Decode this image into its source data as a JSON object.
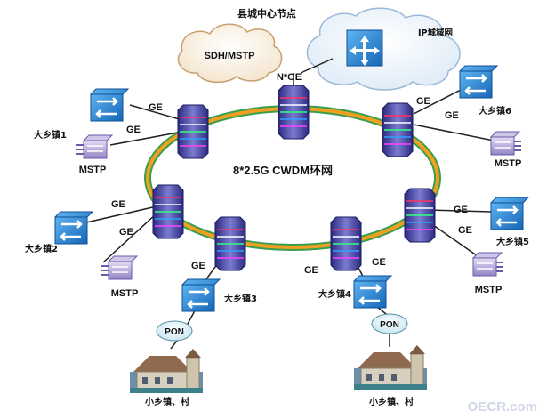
{
  "title": "县城中心节点",
  "ring_label": "8*2.5G  CWDM环网",
  "clouds": {
    "left": "SDH/MSTP",
    "right": "IP城域网"
  },
  "uplink_label": "N*GE",
  "link_label": "GE",
  "mstp_label": "MSTP",
  "pon_label": "PON",
  "towns": {
    "t1": "大乡镇1",
    "t2": "大乡镇2",
    "t3": "大乡镇3",
    "t4": "大乡镇4",
    "t5": "大乡镇5",
    "t6": "大乡镇6"
  },
  "villages": "小乡镇、村",
  "watermark": "OECR.com",
  "colors": {
    "ring_outer": "#3a9e4f",
    "ring_inner": "#f0a020",
    "switch": "#1f7fd1",
    "node": "#4a4aa8",
    "mstp": "#9a8cc8"
  }
}
